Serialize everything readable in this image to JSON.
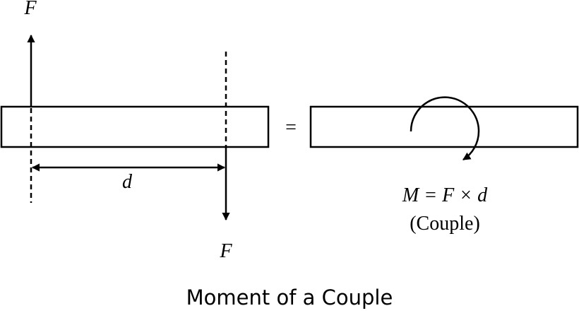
{
  "labels": {
    "force_top": "F",
    "force_bottom": "F",
    "distance": "d",
    "equals": "=",
    "moment_equation": "M = F × d",
    "couple": "(Couple)"
  },
  "title": "Moment of a Couple"
}
